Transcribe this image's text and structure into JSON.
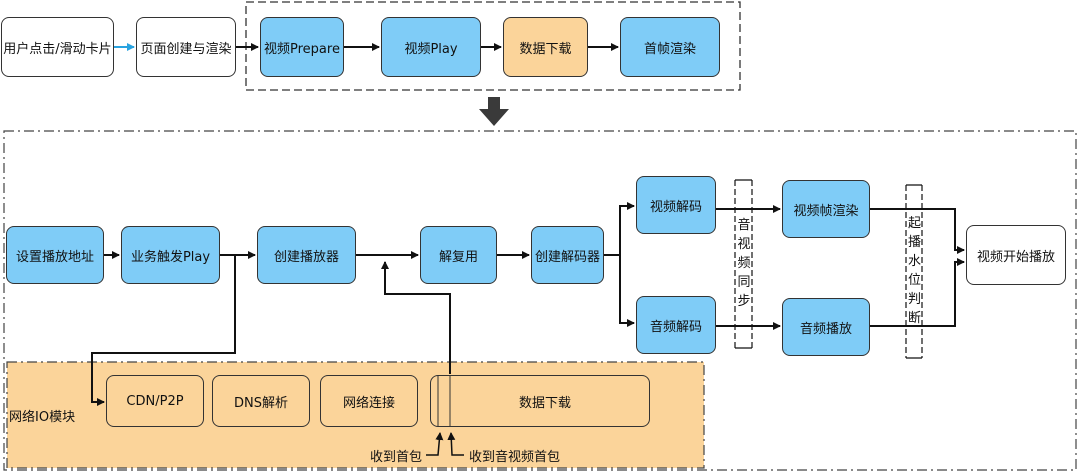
{
  "top_flow": {
    "user_click": "用户点击/滑动卡片",
    "page_render": "页面创建与渲染",
    "video_prepare": "视频Prepare",
    "video_play": "视频Play",
    "data_download": "数据下载",
    "first_frame": "首帧渲染"
  },
  "detail_flow": {
    "set_url": "设置播放地址",
    "biz_play": "业务触发Play",
    "create_player": "创建播放器",
    "demux": "解复用",
    "create_decoder": "创建解码器",
    "video_decode": "视频解码",
    "audio_decode": "音频解码",
    "av_sync": [
      "音",
      "视",
      "频",
      "同",
      "步"
    ],
    "video_render": "视频帧渲染",
    "audio_play": "音频播放",
    "start_watermark": [
      "起",
      "播",
      "水",
      "位",
      "判",
      "断"
    ],
    "video_start": "视频开始播放"
  },
  "io_module": {
    "title": "网络IO模块",
    "cdn": "CDN/P2P",
    "dns": "DNS解析",
    "net_conn": "网络连接",
    "data_download": "数据下载",
    "first_packet": "收到首包",
    "first_av_packet": "收到音视频首包"
  },
  "colors": {
    "blue": "#7fccf7",
    "orange": "#fbd49a",
    "arrow_blue": "#29a3e0"
  }
}
